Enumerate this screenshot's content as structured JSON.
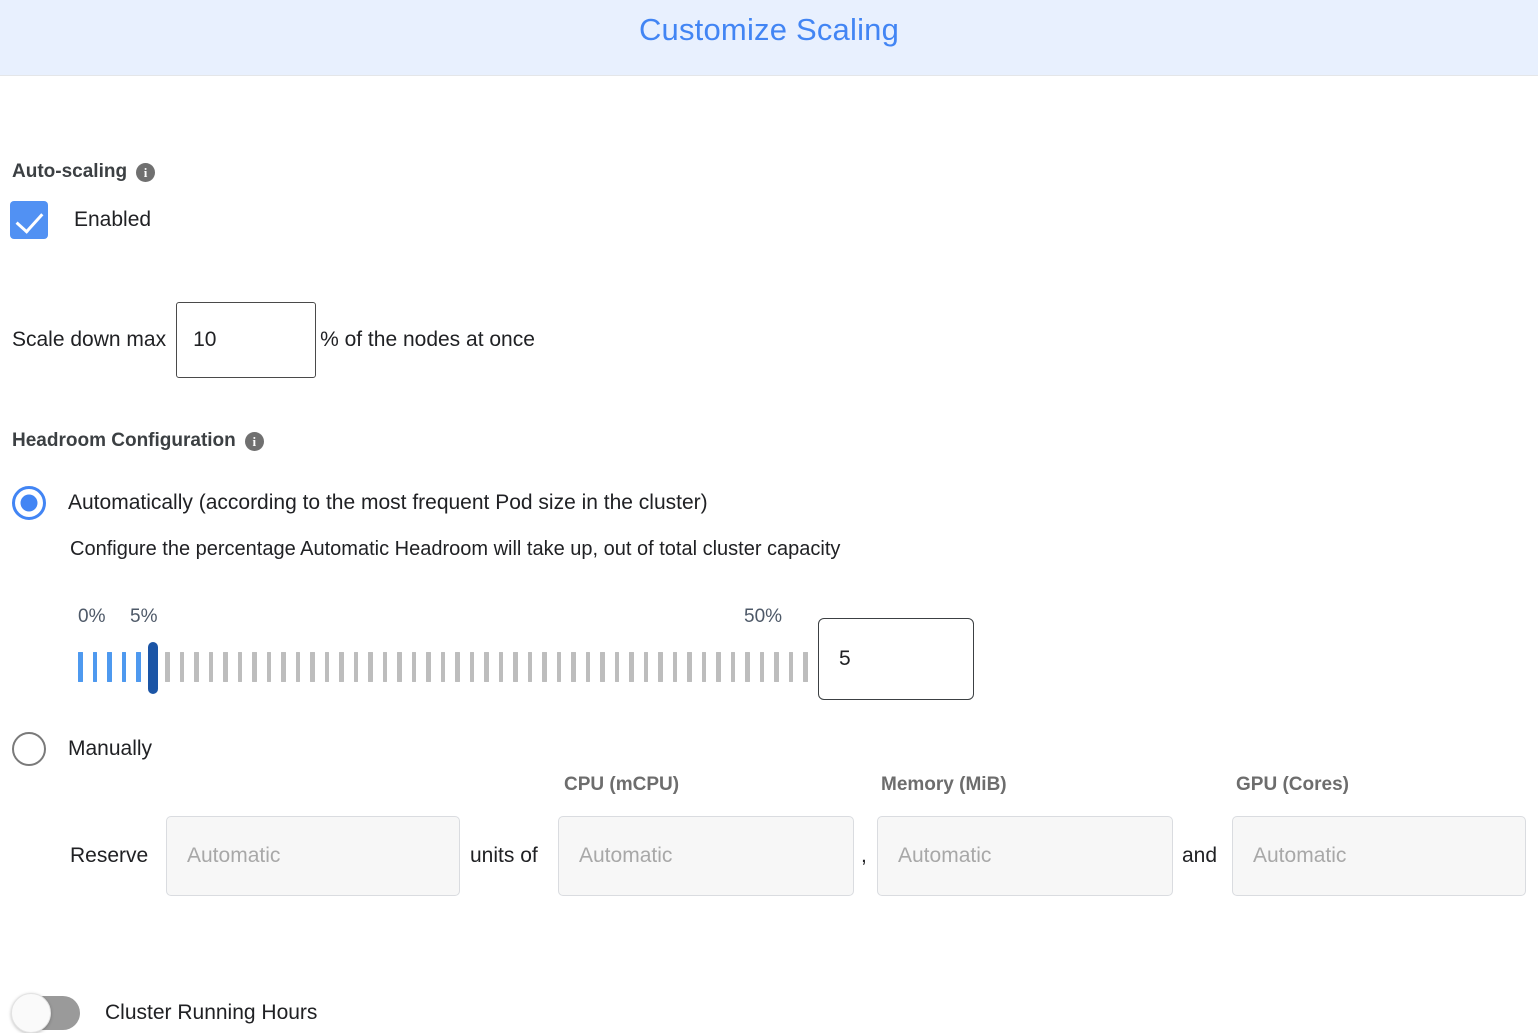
{
  "header": {
    "title": "Customize Scaling",
    "bg_color": "#e8f0fe",
    "title_color": "#4285f4"
  },
  "autoscaling": {
    "section_label": "Auto-scaling",
    "info_glyph": "i",
    "checkbox_label": "Enabled",
    "checkbox_checked": true,
    "accent_color": "#5191f3"
  },
  "scale_down": {
    "prefix_label": "Scale down max",
    "value": "10",
    "suffix_label": "% of the nodes at once"
  },
  "headroom": {
    "section_label": "Headroom Configuration",
    "info_glyph": "i",
    "option_auto_label": "Automatically (according to the most frequent Pod size in the cluster)",
    "option_auto_selected": true,
    "description": "Configure the percentage Automatic Headroom will take up, out of total cluster capacity",
    "option_manual_label": "Manually",
    "option_manual_selected": false
  },
  "slider": {
    "min_label": "0%",
    "current_label": "5%",
    "max_label": "50%",
    "min": 0,
    "max": 50,
    "value": 5,
    "tick_count": 51,
    "value_input": "5",
    "active_color": "#4e99ef",
    "inactive_color": "#bdbdbd",
    "thumb_color": "#1b55a6",
    "label_color": "#4e5968"
  },
  "reserve": {
    "label": "Reserve",
    "columns": [
      {
        "header": "",
        "placeholder": "Automatic"
      },
      {
        "header": "CPU (mCPU)",
        "placeholder": "Automatic"
      },
      {
        "header": "Memory (MiB)",
        "placeholder": "Automatic"
      },
      {
        "header": "GPU (Cores)",
        "placeholder": "Automatic"
      }
    ],
    "connector_units_of": "units of",
    "connector_comma": ",",
    "connector_and": "and"
  },
  "cluster_running_hours": {
    "label": "Cluster Running Hours",
    "enabled": false
  }
}
